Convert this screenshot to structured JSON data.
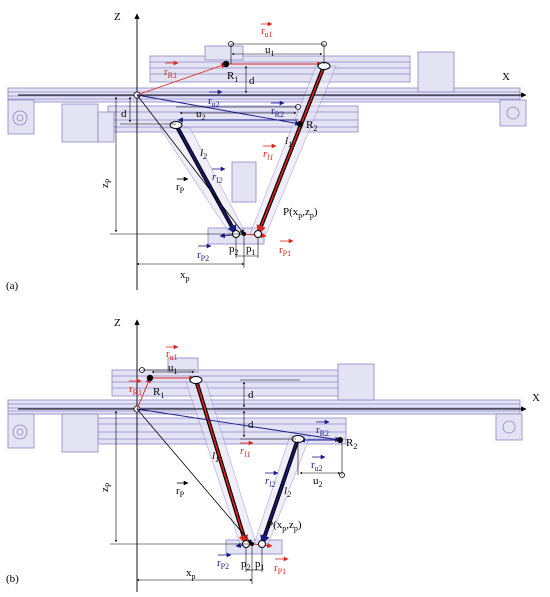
{
  "panels": [
    {
      "id": "a",
      "caption": "(a)",
      "axis_x": "X",
      "axis_z": "Z",
      "labels": {
        "ru1": "r",
        "ru1_sub": "u1",
        "u1": "u",
        "u1_sub": "1",
        "rR1": "r",
        "rR1_sub": "R1",
        "R1": "R",
        "R1_sub": "1",
        "d_top": "d",
        "ru2": "r",
        "ru2_sub": "u2",
        "u2": "u",
        "u2_sub": "2",
        "d_left": "d",
        "rR2": "r",
        "rR2_sub": "R2",
        "R2": "R",
        "R2_sub": "2",
        "l1": "l",
        "l1_sub": "1",
        "rl1": "r",
        "rl1_sub": "l1",
        "l2": "l",
        "l2_sub": "2",
        "rl2": "r",
        "rl2_sub": "l2",
        "rP": "r",
        "rP_sub": "P",
        "zp": "z",
        "zp_sub": "P",
        "P": "P(x",
        "P_sub1": "p",
        "P_mid": ",z",
        "P_sub2": "p",
        "P_end": ")",
        "rP2": "r",
        "rP2_sub": "P2",
        "p2": "p",
        "p2_sub": "2",
        "p1": "p",
        "p1_sub": "1",
        "rP1": "r",
        "rP1_sub": "P1",
        "xp": "x",
        "xp_sub": "p"
      }
    },
    {
      "id": "b",
      "caption": "(b)",
      "axis_x": "X",
      "axis_z": "Z",
      "labels": {
        "ru1": "r",
        "ru1_sub": "u1",
        "u1": "u",
        "u1_sub": "1",
        "rR1": "r",
        "rR1_sub": "R1",
        "R1": "R",
        "R1_sub": "1",
        "d_top": "d",
        "d_mid": "d",
        "rR2": "r",
        "rR2_sub": "R2",
        "R2": "R",
        "R2_sub": "2",
        "ru2": "r",
        "ru2_sub": "u2",
        "u2": "u",
        "u2_sub": "2",
        "l1": "l",
        "l1_sub": "1",
        "rl1": "r",
        "rl1_sub": "l1",
        "rl2": "r",
        "rl2_sub": "l2",
        "l2": "l",
        "l2_sub": "2",
        "rP": "r",
        "rP_sub": "P",
        "zp": "z",
        "zp_sub": "P",
        "P": "P(x",
        "P_sub1": "p",
        "P_mid": ",z",
        "P_sub2": "p",
        "P_end": ")",
        "rP2": "r",
        "rP2_sub": "P2",
        "p2": "p",
        "p2_sub": "2",
        "p1": "p",
        "p1_sub": "1",
        "rP1": "r",
        "rP1_sub": "P1",
        "xp": "x",
        "xp_sub": "p"
      }
    }
  ],
  "colors": {
    "red": "#e0241b",
    "blue": "#1a1a8c",
    "mechanism": "#8a86c8",
    "black": "#000000"
  }
}
